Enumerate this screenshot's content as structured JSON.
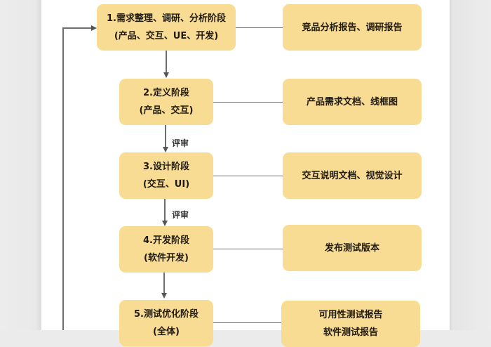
{
  "diagram": {
    "colors": {
      "box_fill": "#f8dc94",
      "connector": "#6e6e6e",
      "text": "#1f1a10",
      "page": "#ffffff",
      "margin": "#ebebeb"
    },
    "stages": [
      {
        "title": "1.需求整理、调研、分析阶段",
        "subtitle": "(产品、交互、UE、开发)",
        "output": [
          "竞品分析报告、调研报告"
        ]
      },
      {
        "title": "2.定义阶段",
        "subtitle": "(产品、交互)",
        "output": [
          "产品需求文档、线框图"
        ]
      },
      {
        "title": "3.设计阶段",
        "subtitle": "(交互、UI)",
        "output": [
          "交互说明文档、视觉设计"
        ]
      },
      {
        "title": "4.开发阶段",
        "subtitle": "(软件开发)",
        "output": [
          "发布测试版本"
        ]
      },
      {
        "title": "5.测试优化阶段",
        "subtitle": "(全体)",
        "output": [
          "可用性测试报告",
          "软件测试报告"
        ]
      }
    ],
    "transitions": [
      {
        "from": 1,
        "to": 2,
        "label": ""
      },
      {
        "from": 2,
        "to": 3,
        "label": "评审"
      },
      {
        "from": 3,
        "to": 4,
        "label": "评审"
      },
      {
        "from": 4,
        "to": 5,
        "label": ""
      }
    ],
    "feedback_loop": {
      "from": 5,
      "to": 1
    }
  }
}
